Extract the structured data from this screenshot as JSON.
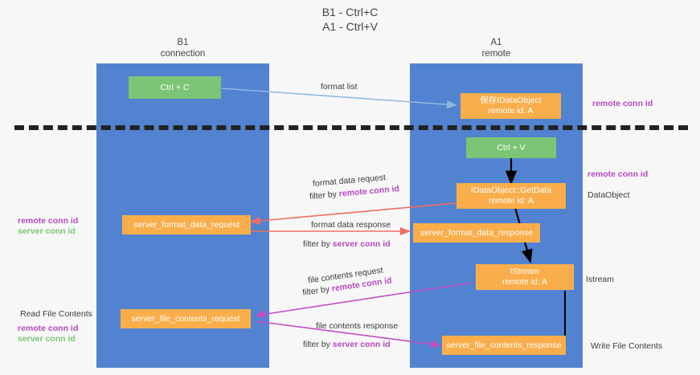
{
  "title": {
    "line1": "B1 - Ctrl+C",
    "line2": "A1 - Ctrl+V"
  },
  "lanes": [
    {
      "id": "b1",
      "name": "B1",
      "role": "connection"
    },
    {
      "id": "a1",
      "name": "A1",
      "role": "remote"
    }
  ],
  "nodes": {
    "ctrl_c": {
      "line1": "Ctrl + C",
      "line2": ""
    },
    "save_idataobject": {
      "line1": "保存IDataObject",
      "line2": "remote id: A"
    },
    "ctrl_v": {
      "line1": "Ctrl + V",
      "line2": ""
    },
    "getdata": {
      "line1": "IDataObject::GetData",
      "line2": "remote id: A"
    },
    "fmt_req": {
      "line1": "server_format_data_request",
      "line2": ""
    },
    "fmt_resp": {
      "line1": "server_format_data_response",
      "line2": ""
    },
    "istream": {
      "line1": "IStream",
      "line2": "remote id: A"
    },
    "file_req": {
      "line1": "server_file_contents_request",
      "line2": ""
    },
    "file_resp": {
      "line1": "server_file_contents_response",
      "line2": ""
    }
  },
  "edge_labels": {
    "format_list": "format list",
    "fmt_req_l1": "format data request",
    "fmt_req_l2a": "filter by ",
    "fmt_req_l2b": "remote conn id",
    "fmt_resp_l1": "format data response",
    "fmt_resp_l2a": "filter by ",
    "fmt_resp_l2b": "server conn id",
    "file_req_l1": "file contents request",
    "file_req_l2a": "filter by ",
    "file_req_l2b": "remote conn id",
    "file_resp_l1": "file contents response",
    "file_resp_l2a": "filter by ",
    "file_resp_l2b": "server conn id"
  },
  "side_labels": {
    "right_remote_conn_top": "remote conn id",
    "right_remote_conn_mid": "remote conn id",
    "right_dataobject": "DataObject",
    "right_istream": "Istream",
    "right_write_file": "Write File Contents",
    "left_read_file": "Read File Contents",
    "left_remote_conn_mid": "remote conn id",
    "left_server_conn_mid": "server conn id",
    "left_remote_conn_bot": "remote conn id",
    "left_server_conn_bot": "server conn id"
  },
  "colors": {
    "lane": "#5283d0",
    "green_box": "#7cc576",
    "orange_box": "#f9ae4b",
    "purple_text": "#b44ac0",
    "green_text": "#7cc576",
    "arrow_blue": "#8fb8e0",
    "arrow_red": "#ef6e63",
    "arrow_magenta": "#c44ec4",
    "arrow_black": "#000000",
    "background": "#f7f7f7"
  }
}
